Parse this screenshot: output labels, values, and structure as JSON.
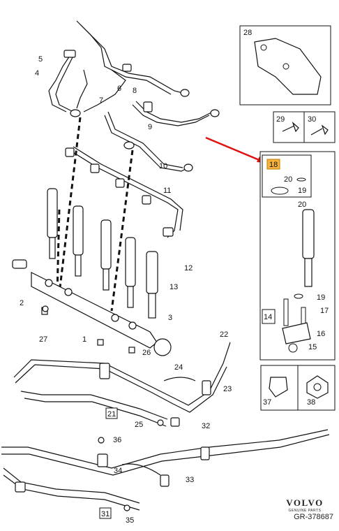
{
  "callouts": [
    "1",
    "2",
    "3",
    "4",
    "5",
    "6",
    "7",
    "8",
    "9",
    "10",
    "11",
    "12",
    "13",
    "14",
    "15",
    "16",
    "17",
    "18",
    "19",
    "20",
    "21",
    "22",
    "23",
    "24",
    "25",
    "26",
    "27",
    "28",
    "29",
    "30",
    "31",
    "32",
    "33",
    "34",
    "35",
    "36",
    "37",
    "38"
  ],
  "inset_labels": {
    "bracket": "28",
    "bolt_a": "29",
    "bolt_b": "30",
    "nozzle_set": "18",
    "o_ring_small": "20",
    "o_ring_large": "19",
    "injector_top": "20",
    "injector_mid": "19",
    "clamp_kit": "14",
    "bolt_17": "17",
    "clamp_16": "16",
    "washer_15": "15",
    "clip_37": "37",
    "nut_38": "38"
  },
  "brand": {
    "name": "VOLVO",
    "sub": "GENUINE PARTS"
  },
  "reference": "GR-378687",
  "colors": {
    "line": "#111111",
    "highlight": "#f6b23c",
    "arrow": "#e01010"
  }
}
